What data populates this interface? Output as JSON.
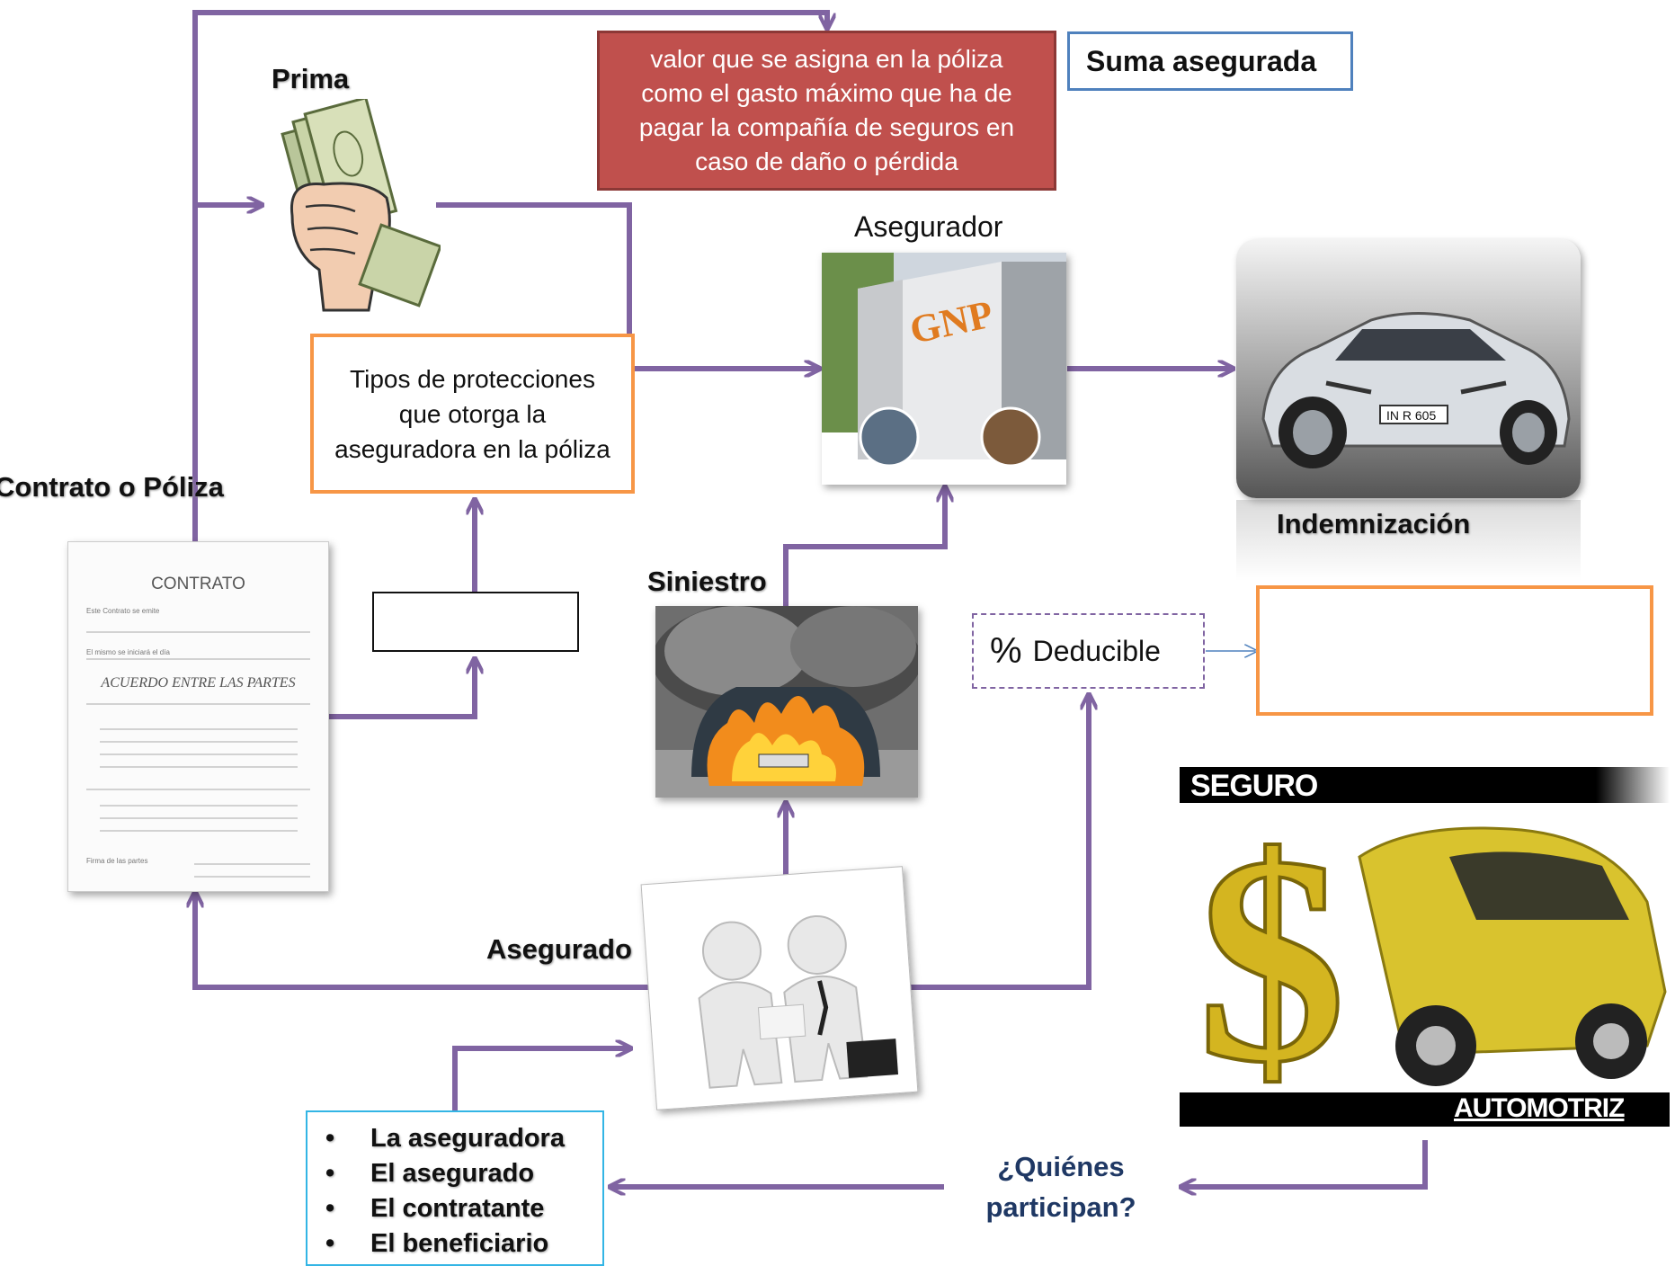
{
  "colors": {
    "arrow": "#8064a2",
    "red_box_fill": "#c0504d",
    "orange_border": "#f79646",
    "blue_border": "#4f81bd",
    "light_blue_border": "#33b5e5",
    "question_text": "#1f3864"
  },
  "definition_text": "valor que se asigna en la póliza como el gasto máximo que ha de pagar la compañía de seguros en caso de daño o pérdida",
  "suma_asegurada_label": "Suma asegurada",
  "prima_label": "Prima",
  "asegurador_label": "Asegurador",
  "indemnizacion_label": "Indemnización",
  "contrato_label": "Contrato o Póliza",
  "protecciones_text": "Tipos de protecciones que otorga la aseguradora en la póliza",
  "siniestro_label": "Siniestro",
  "deducible": {
    "symbol": "%",
    "label": "Deducible"
  },
  "asegurado_label": "Asegurado",
  "seguro_banner": {
    "top": "SEGURO",
    "bottom": "AUTOMOTRIZ"
  },
  "question": "¿Quiénes participan?",
  "participants": [
    "La aseguradora",
    "El asegurado",
    "El contratante",
    "El beneficiario"
  ],
  "contract_doc": {
    "title": "CONTRATO",
    "line1": "Este Contrato se emite",
    "line2": "El mismo se iniciará el día",
    "heading": "ACUERDO ENTRE LAS PARTES",
    "footer": "Firma de las partes"
  },
  "icons": [
    "money-fist-icon",
    "building-icon",
    "sports-car-icon",
    "contract-document-icon",
    "burning-car-icon",
    "handshake-figures-icon",
    "dollar-car-crash-icon"
  ]
}
